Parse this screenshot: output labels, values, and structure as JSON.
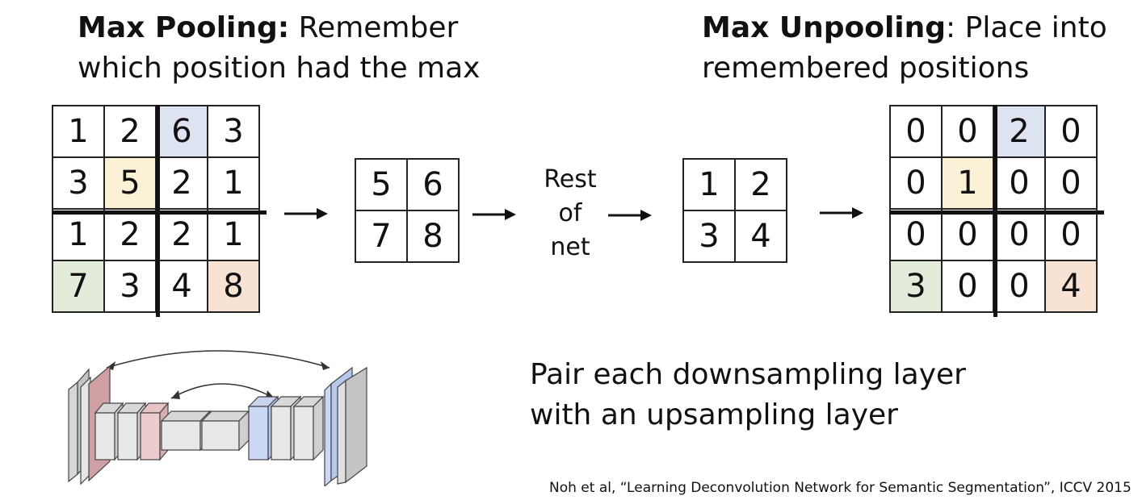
{
  "left_heading": {
    "bold": "Max Pooling:",
    "rest_line1": " Remember",
    "line2": "which position had the max"
  },
  "right_heading": {
    "bold": "Max Unpooling",
    "rest_line1": ": Place into",
    "line2": "remembered positions"
  },
  "input_grid": {
    "cells": [
      "1",
      "2",
      "6",
      "3",
      "3",
      "5",
      "2",
      "1",
      "1",
      "2",
      "2",
      "1",
      "7",
      "3",
      "4",
      "8"
    ],
    "highlights": [
      "",
      "",
      "#dde3f0",
      "",
      "",
      "#fbf1d6",
      "",
      "",
      "",
      "",
      "",
      "",
      "#e3ecdb",
      "",
      "",
      "#f7e2d4"
    ]
  },
  "pooled_grid": {
    "cells": [
      "5",
      "6",
      "7",
      "8"
    ]
  },
  "rest_of_net": {
    "line1": "Rest",
    "line2": "of",
    "line3": "net"
  },
  "small_grid": {
    "cells": [
      "1",
      "2",
      "3",
      "4"
    ]
  },
  "output_grid": {
    "cells": [
      "0",
      "0",
      "2",
      "0",
      "0",
      "1",
      "0",
      "0",
      "0",
      "0",
      "0",
      "0",
      "3",
      "0",
      "0",
      "4"
    ],
    "highlights": [
      "",
      "",
      "#dde3f0",
      "",
      "",
      "#fbf1d6",
      "",
      "",
      "",
      "",
      "",
      "",
      "#e3ecdb",
      "",
      "",
      "#f7e2d4"
    ]
  },
  "pair_text": {
    "line1": "Pair each downsampling layer",
    "line2": "with an upsampling layer"
  },
  "citation": "Noh et al, “Learning Deconvolution Network for Semantic Segmentation”, ICCV 2015"
}
